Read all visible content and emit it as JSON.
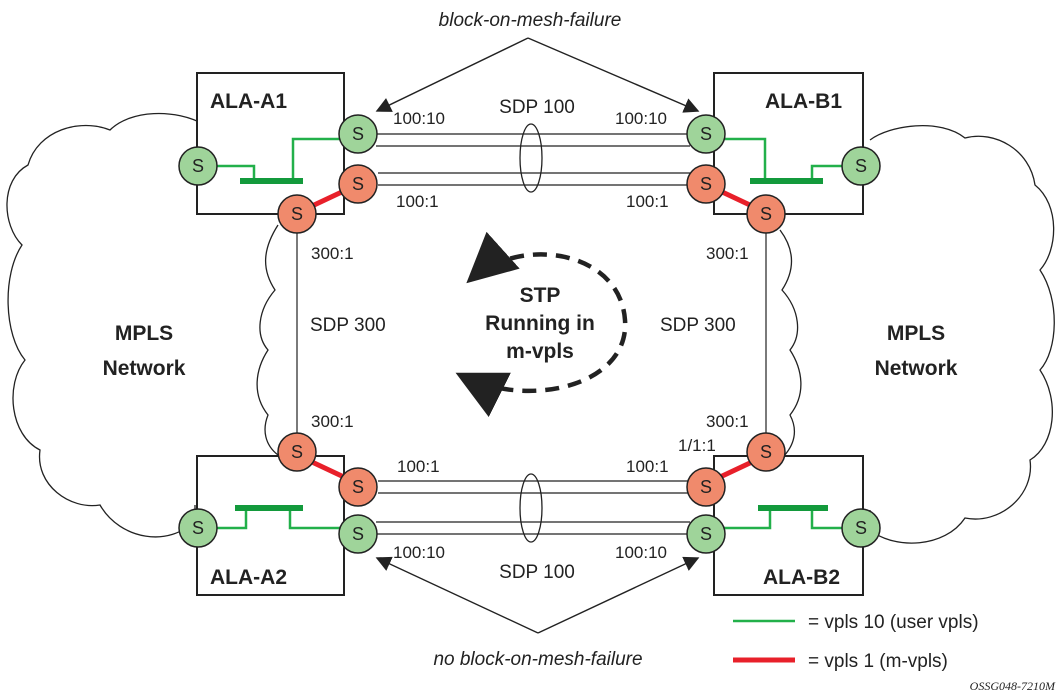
{
  "diagram": {
    "top_caption": "block-on-mesh-failure",
    "bottom_caption": "no block-on-mesh-failure",
    "figure_id": "OSSG048-7210M",
    "nodes": {
      "a1": "ALA-A1",
      "b1": "ALA-B1",
      "a2": "ALA-A2",
      "b2": "ALA-B2"
    },
    "sdp_top": "SDP 100",
    "sdp_bottom": "SDP 100",
    "sdp_left": "SDP 300",
    "sdp_right": "SDP 300",
    "cloud_left": {
      "line1": "MPLS",
      "line2": "Network"
    },
    "cloud_right": {
      "line1": "MPLS",
      "line2": "Network"
    },
    "stp": {
      "line1": "STP",
      "line2": "Running in",
      "line3": "m-vpls"
    },
    "sap_label": "S",
    "binding_labels": {
      "a1_top_user": "100:10",
      "b1_top_user": "100:10",
      "a1_top_mvpls": "100:1",
      "b1_top_mvpls": "100:1",
      "a1_down": "300:1",
      "b1_down": "300:1",
      "a2_up": "300:1",
      "b2_up": "300:1",
      "b2_sap": "1/1:1",
      "a2_bottom_mvpls": "100:1",
      "b2_bottom_mvpls": "100:1",
      "a2_bottom_user": "100:10",
      "b2_bottom_user": "100:10"
    },
    "legend": [
      {
        "label": "= vpls 10 (user vpls)",
        "color": "#22b04a"
      },
      {
        "label": "= vpls 1 (m-vpls)",
        "color": "#e8202a"
      }
    ],
    "colors": {
      "user_node_fill": "#9fd49a",
      "mvpls_node_fill": "#f08a6c",
      "user_line": "#22b04a",
      "mvpls_line": "#e8202a",
      "bridge_bar": "#139a3c"
    }
  }
}
